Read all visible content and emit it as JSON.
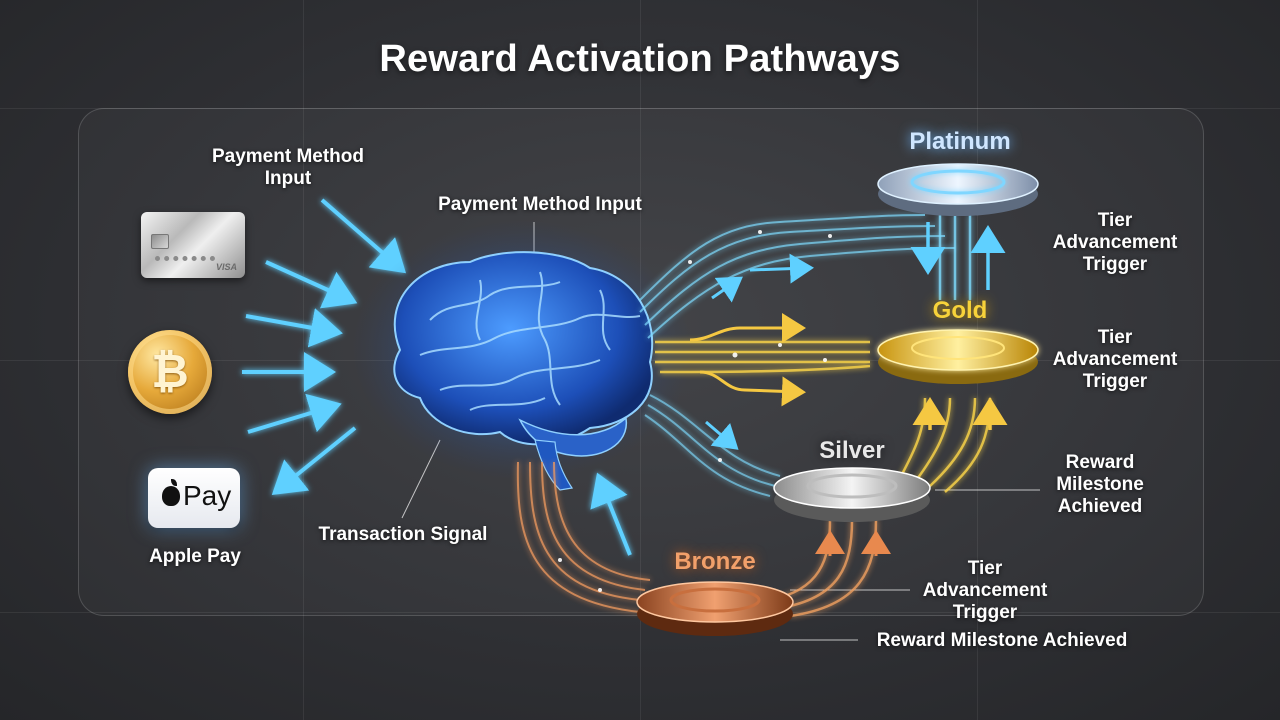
{
  "title": "Reward Activation Pathways",
  "inputs": {
    "card_brand": "VISA",
    "bitcoin_symbol": "₿",
    "apple_pay_text": "Pay",
    "apple_pay_label": "Apple Pay"
  },
  "labels": {
    "payment_method_input_left": "Payment Method\nInput",
    "payment_method_input_top": "Payment Method Input",
    "transaction_signal": "Transaction Signal",
    "tier_trigger_platinum": "Tier\nAdvancement\nTrigger",
    "tier_trigger_gold": "Tier\nAdvancement\nTrigger",
    "reward_milestone_silver": "Reward\nMilestone\nAchieved",
    "tier_trigger_bronze": "Tier\nAdvancement\nTrigger",
    "reward_milestone_bronze": "Reward Milestone Achieved"
  },
  "tiers": [
    {
      "name": "Platinum",
      "color": "#cfe6ff"
    },
    {
      "name": "Gold",
      "color": "#f7d23a"
    },
    {
      "name": "Silver",
      "color": "#e8e8e8"
    },
    {
      "name": "Bronze",
      "color": "#f2a06a"
    }
  ],
  "colors": {
    "cyan": "#5fd0ff",
    "gold": "#f5c842",
    "copper": "#e8894e",
    "brain": "#3a8cff"
  }
}
